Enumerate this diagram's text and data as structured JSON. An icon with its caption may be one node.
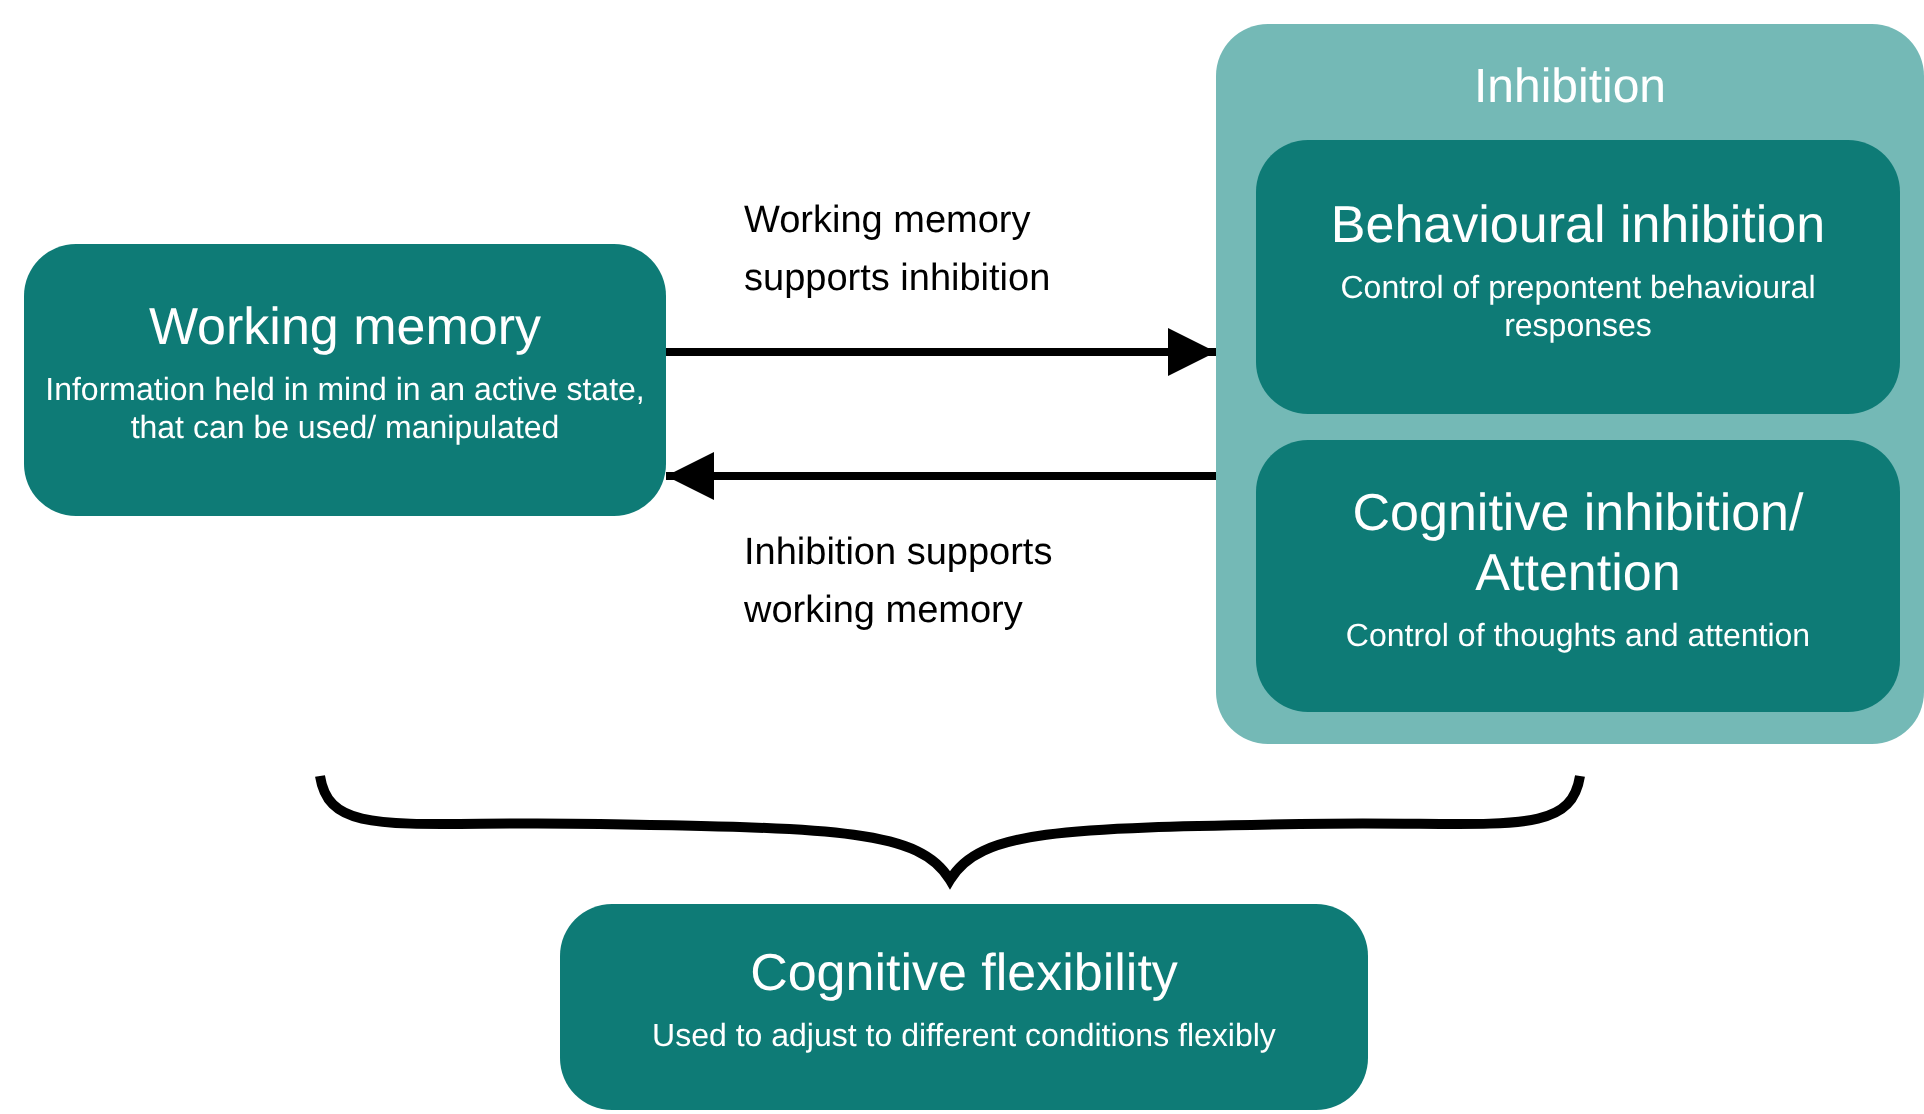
{
  "diagram": {
    "nodes": [
      {
        "text": [
          "Working memory",
          "Information held in mind in an active state, that can be used/ manipulated"
        ]
      },
      {
        "text": [
          "Inhibition"
        ]
      },
      {
        "text": [
          "Behavioural inhibition",
          "Control of prepontent behavioural responses"
        ],
        "in": 1
      },
      {
        "text": [
          "Cognitive inhibition/ Attention",
          "Control of thoughts and attention"
        ],
        "in": 1
      },
      {
        "text": [
          "Cognitive flexibility",
          "Used to adjust to different conditions flexibly"
        ]
      }
    ],
    "edges": [
      {
        "from": 0,
        "to": 1,
        "arrow": "to",
        "label": "Working memory supports inhibition"
      },
      {
        "from": 1,
        "to": 0,
        "arrow": "to",
        "label": "Inhibition supports working memory"
      }
    ]
  }
}
